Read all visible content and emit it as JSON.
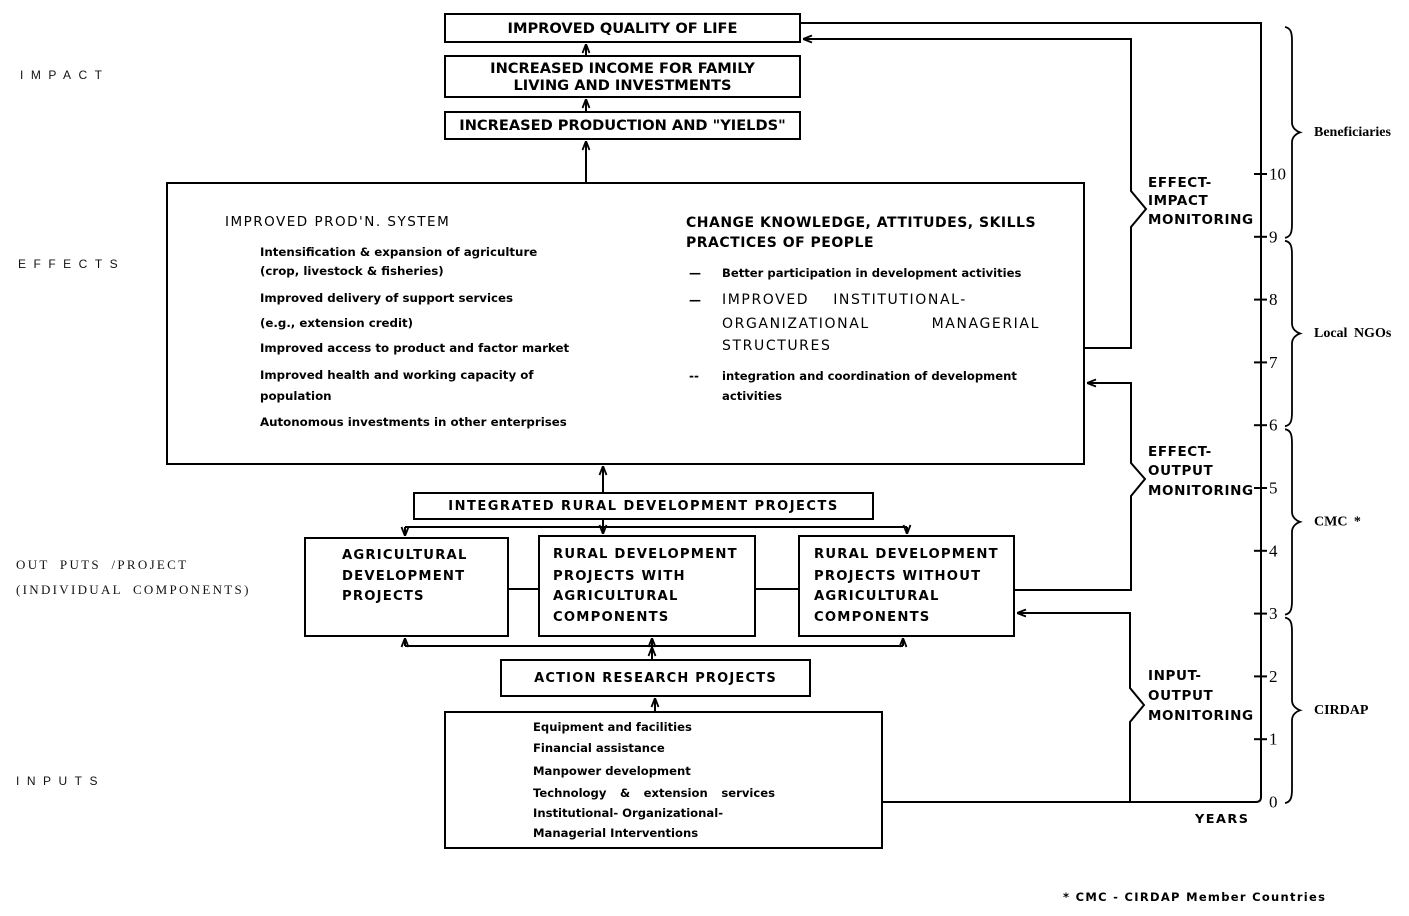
{
  "levels": {
    "impact": "IMPACT",
    "effects": "EFFECTS",
    "outputs": [
      "OUT PUTS /PROJECT",
      "(INDIVIDUAL COMPONENTS)"
    ],
    "inputs": "INPUTS"
  },
  "impact_chain": {
    "quality_of_life": "IMPROVED QUALITY OF LIFE",
    "income": [
      "INCREASED INCOME FOR FAMILY",
      "LIVING AND INVESTMENTS"
    ],
    "production": "INCREASED PRODUCTION AND \"YIELDS\""
  },
  "effects": {
    "production_system": {
      "heading": "IMPROVED PROD'N. SYSTEM",
      "items": [
        [
          "Intensification & expansion of agriculture",
          "(crop, livestock & fisheries)"
        ],
        [
          "Improved delivery of support services",
          "(e.g., extension credit)"
        ],
        [
          "Improved access to product and factor market"
        ],
        [
          "Improved health and working capacity of",
          "population"
        ],
        [
          "Autonomous investments in other enterprises"
        ]
      ]
    },
    "people": {
      "heading": [
        "CHANGE KNOWLEDGE, ATTITUDES, SKILLS",
        "PRACTICES OF PEOPLE"
      ],
      "items": [
        {
          "bullet": "—",
          "lines": [
            "Better participation in development activities"
          ]
        },
        {
          "bullet": "—",
          "lines": [
            "IMPROVED INSTITUTIONAL-",
            "ORGANIZATIONAL MANAGERIAL",
            "STRUCTURES"
          ]
        },
        {
          "bullet": "--",
          "lines": [
            "integration and coordination of development",
            "activities"
          ]
        }
      ]
    }
  },
  "outputs": {
    "integrated_project": "INTEGRATED RURAL DEVELOPMENT PROJECTS",
    "components": [
      {
        "lines": [
          "AGRICULTURAL",
          "DEVELOPMENT",
          "PROJECTS"
        ]
      },
      {
        "lines": [
          "RURAL DEVELOPMENT",
          "PROJECTS WITH",
          "AGRICULTURAL",
          "COMPONENTS"
        ]
      },
      {
        "lines": [
          "RURAL DEVELOPMENT",
          "PROJECTS WITHOUT",
          "AGRICULTURAL",
          "COMPONENTS"
        ]
      }
    ],
    "action_research": "ACTION RESEARCH PROJECTS"
  },
  "inputs": {
    "items": [
      "Equipment and facilities",
      "Financial assistance",
      "Manpower development",
      "Technology & extension services",
      "Institutional- Organizational-",
      "Managerial Interventions"
    ]
  },
  "monitoring": [
    {
      "lines": [
        "EFFECT-",
        "IMPACT",
        "MONITORING"
      ]
    },
    {
      "lines": [
        "EFFECT-",
        "OUTPUT",
        "MONITORING"
      ]
    },
    {
      "lines": [
        "INPUT-",
        "OUTPUT",
        "MONITORING"
      ]
    }
  ],
  "timeline": {
    "axis_label": "YEARS",
    "ticks": [
      0,
      1,
      2,
      3,
      4,
      5,
      6,
      7,
      8,
      9,
      10
    ],
    "groups": [
      {
        "label": "CIRDAP",
        "from_year": 0,
        "to_year": 3
      },
      {
        "label": "CMC *",
        "from_year": 3,
        "to_year": 6
      },
      {
        "label": "Local NGOs",
        "from_year": 6,
        "to_year": 9
      },
      {
        "label": "Beneficiaries",
        "from_year": 9,
        "to_year": null
      }
    ]
  },
  "footnote": "* CMC - CIRDAP Member Countries"
}
